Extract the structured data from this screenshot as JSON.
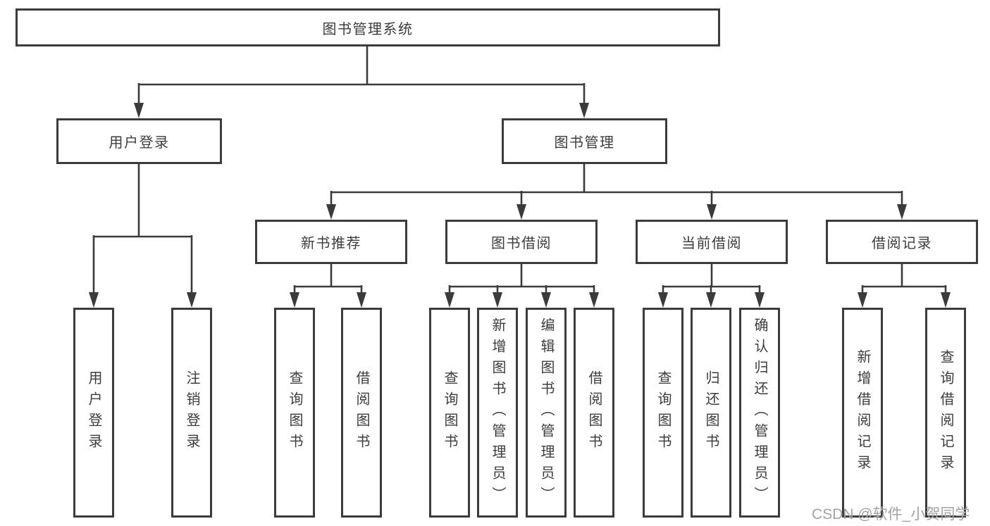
{
  "diagram": {
    "title": "图书管理系统",
    "root": {
      "label": "图书管理系统"
    },
    "level2": [
      {
        "label": "用户登录"
      },
      {
        "label": "图书管理"
      }
    ],
    "level3": [
      {
        "label": "新书推荐"
      },
      {
        "label": "图书借阅"
      },
      {
        "label": "当前借阅"
      },
      {
        "label": "借阅记录"
      }
    ],
    "leaves": {
      "user": [
        "用户登录",
        "注销登录"
      ],
      "recommend": [
        "查询图书",
        "借阅图书"
      ],
      "borrow": [
        "查询图书",
        "新增图书（管理员）",
        "编辑图书（管理员）",
        "借阅图书"
      ],
      "current": [
        "查询图书",
        "归还图书",
        "确认归还（管理员）"
      ],
      "records": [
        "新增借阅记录",
        "查询借阅记录"
      ]
    }
  },
  "watermark": "CSDN @软件_小贺同学",
  "colors": {
    "line": "#3b3b3b",
    "box_border": "#3b3b3b",
    "text": "#3c3c3c",
    "watermark": "#a3a3a3",
    "background": "#ffffff"
  }
}
